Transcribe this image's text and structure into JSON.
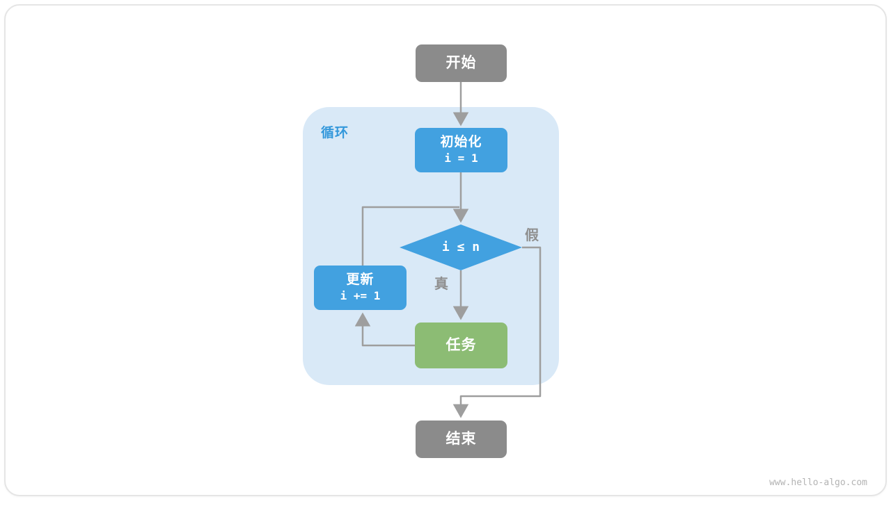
{
  "colors": {
    "blue": "#42a1e0",
    "green": "#8cbc74",
    "gray-node": "#8b8b8b",
    "loop-bg": "#d9e9f7",
    "loop-label": "#3498db",
    "arrow": "#9e9e9e",
    "branch-label": "#8f8f8f",
    "page-border": "#e5e5e5",
    "watermark": "#b3b3b3"
  },
  "nodes": {
    "start": "开始",
    "init_title": "初始化",
    "init_code": "i = 1",
    "condition": "i ≤ n",
    "update_title": "更新",
    "update_code": "i += 1",
    "task": "任务",
    "end": "结束"
  },
  "labels": {
    "loop": "循环",
    "true": "真",
    "false": "假"
  },
  "footer": {
    "watermark": "www.hello-algo.com"
  }
}
